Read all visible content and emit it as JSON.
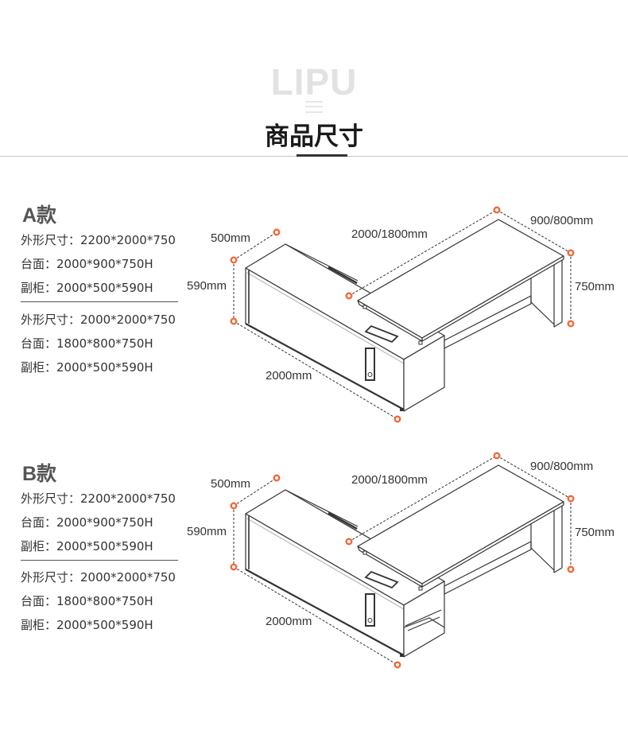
{
  "header": {
    "logo": "LIPU",
    "title": "商品尺寸"
  },
  "sections": [
    {
      "title": "A款",
      "specs_a": [
        "外形尺寸：2200*2000*750",
        "台面：2000*900*750H",
        "副柜：2000*500*590H"
      ],
      "specs_b": [
        "外形尺寸：2000*2000*750",
        "台面：1800*800*750H",
        "副柜：2000*500*590H"
      ],
      "dims": {
        "cabinet_depth": "500mm",
        "cabinet_height": "590mm",
        "cabinet_length": "2000mm",
        "desk_length": "2000/1800mm",
        "desk_depth": "900/800mm",
        "desk_height": "750mm"
      }
    },
    {
      "title": "B款",
      "specs_a": [
        "外形尺寸：2200*2000*750",
        "台面：2000*900*750H",
        "副柜：2000*500*590H"
      ],
      "specs_b": [
        "外形尺寸：2000*2000*750",
        "台面：1800*800*750H",
        "副柜：2000*500*590H"
      ],
      "dims": {
        "cabinet_depth": "500mm",
        "cabinet_height": "590mm",
        "cabinet_length": "2000mm",
        "desk_length": "2000/1800mm",
        "desk_depth": "900/800mm",
        "desk_height": "750mm"
      }
    }
  ],
  "colors": {
    "marker": "#f0693a",
    "line": "#333333",
    "logo": "#e2e2e2"
  }
}
